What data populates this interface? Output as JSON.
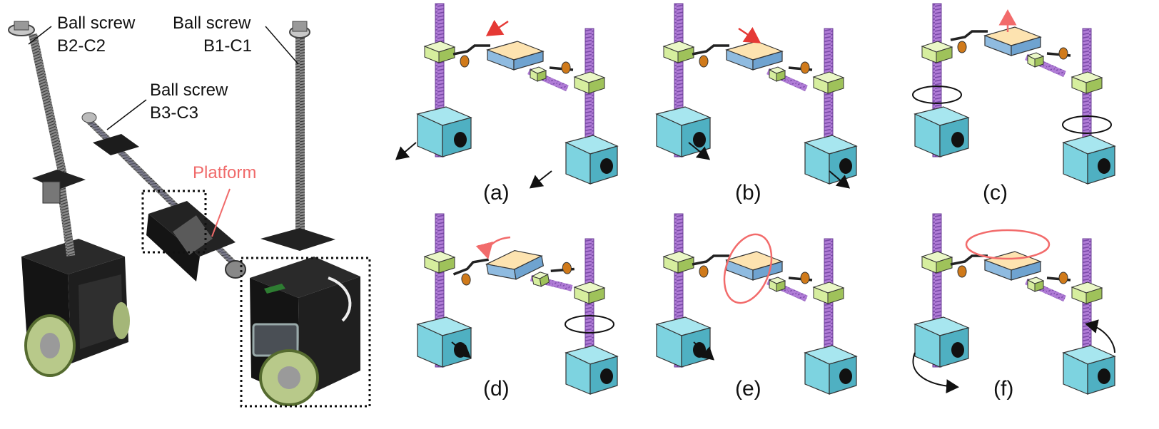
{
  "photo": {
    "labels": {
      "screw_b2c2_line1": "Ball screw",
      "screw_b2c2_line2": "B2-C2",
      "screw_b1c1_line1": "Ball screw",
      "screw_b1c1_line2": "B1-C1",
      "screw_b3c3_line1": "Ball screw",
      "screw_b3c3_line2": "B3-C3",
      "platform": "Platform"
    }
  },
  "panels": [
    {
      "caption": "(a)",
      "motion": "translate-left-down"
    },
    {
      "caption": "(b)",
      "motion": "translate-right-down"
    },
    {
      "caption": "(c)",
      "motion": "lift-up"
    },
    {
      "caption": "(d)",
      "motion": "tilt-pitch"
    },
    {
      "caption": "(e)",
      "motion": "tilt-roll"
    },
    {
      "caption": "(f)",
      "motion": "yaw-rotation"
    }
  ],
  "colors": {
    "screw": "#b07cd6",
    "screw_stripe": "#7a4aa8",
    "base": "#7dd3e0",
    "base_dark": "#4fb0c2",
    "carriage": "#d6ee9e",
    "carriage_dark": "#9fc25a",
    "platform_top": "#fde3b0",
    "platform_side": "#8fbbe0",
    "joint": "#d07a1a",
    "red_arrow": "#e53935",
    "red_light": "#f26b6b",
    "black_arrow": "#111111"
  }
}
